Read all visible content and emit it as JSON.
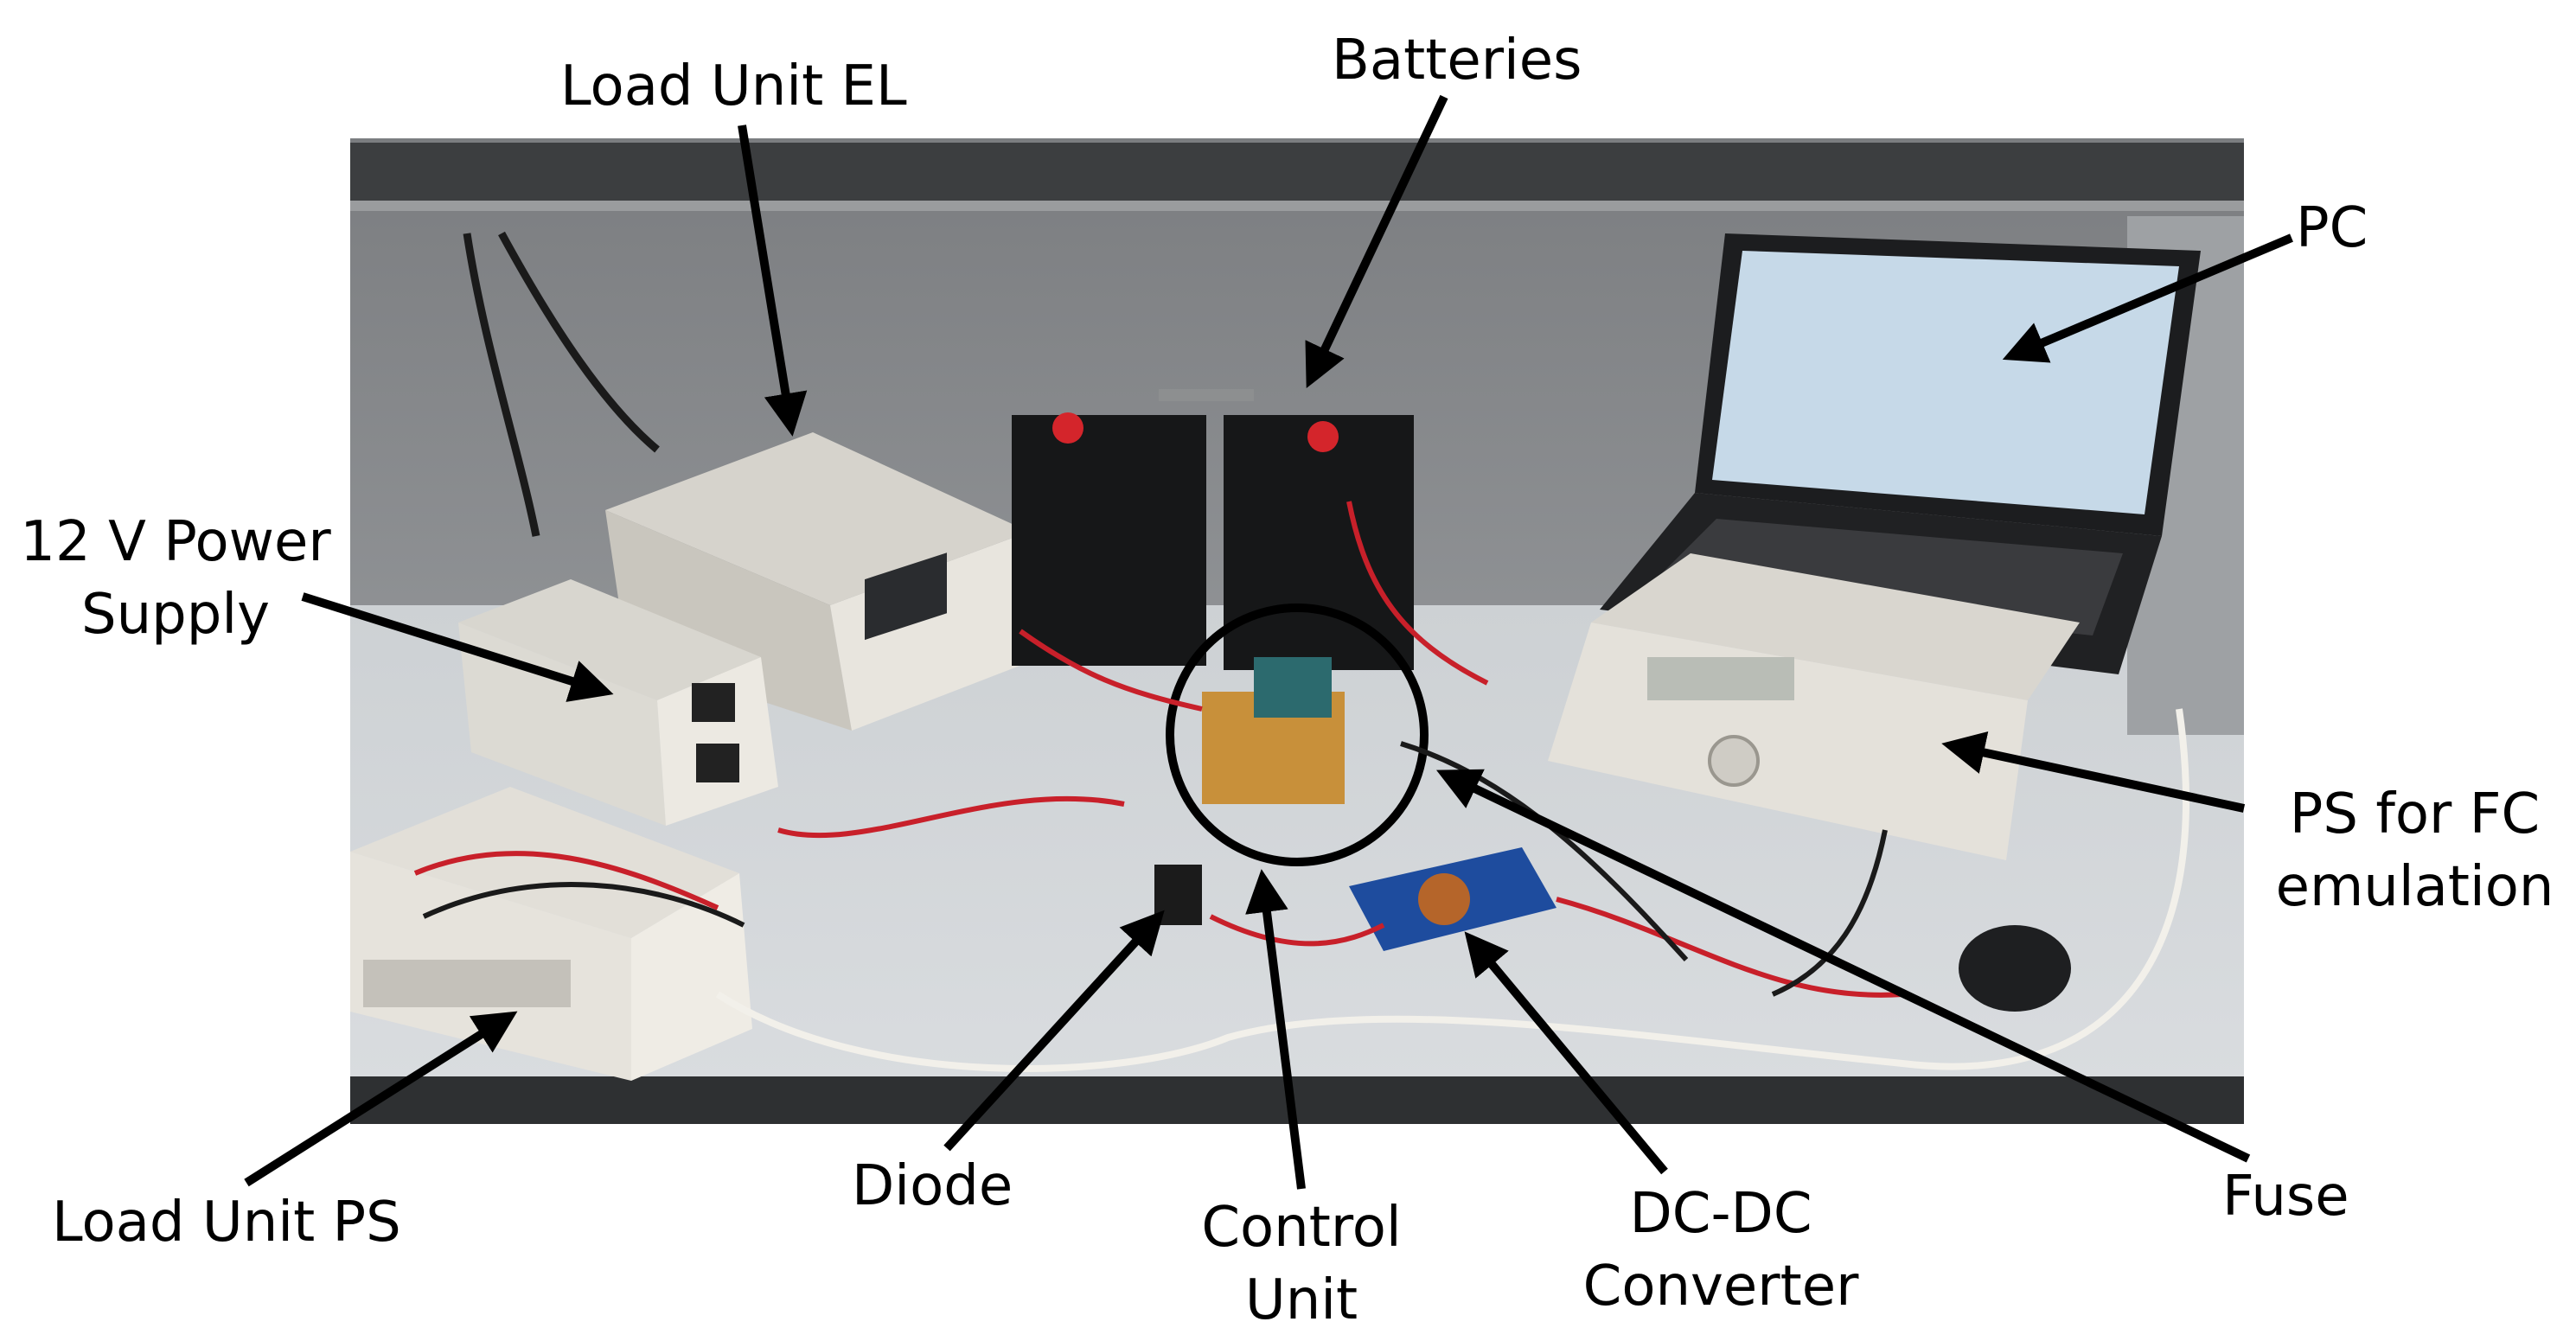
{
  "labels": {
    "load_unit_el": "Load Unit EL",
    "batteries": "Batteries",
    "pc": "PC",
    "power_supply_line1": "12 V Power",
    "power_supply_line2": "Supply",
    "ps_fc_line1": "PS for FC",
    "ps_fc_line2": "emulation",
    "load_unit_ps": "Load Unit PS",
    "diode": "Diode",
    "control_unit_line1": "Control",
    "control_unit_line2": "Unit",
    "dcdc_line1": "DC-DC",
    "dcdc_line2": "Converter",
    "fuse": "Fuse"
  },
  "colors": {
    "wire_red": "#c8202a",
    "wire_black": "#1a1a1a",
    "instrument_beige": "#e6e1d6",
    "bench": "#b9bec2",
    "wall": "#8a8c8e"
  }
}
